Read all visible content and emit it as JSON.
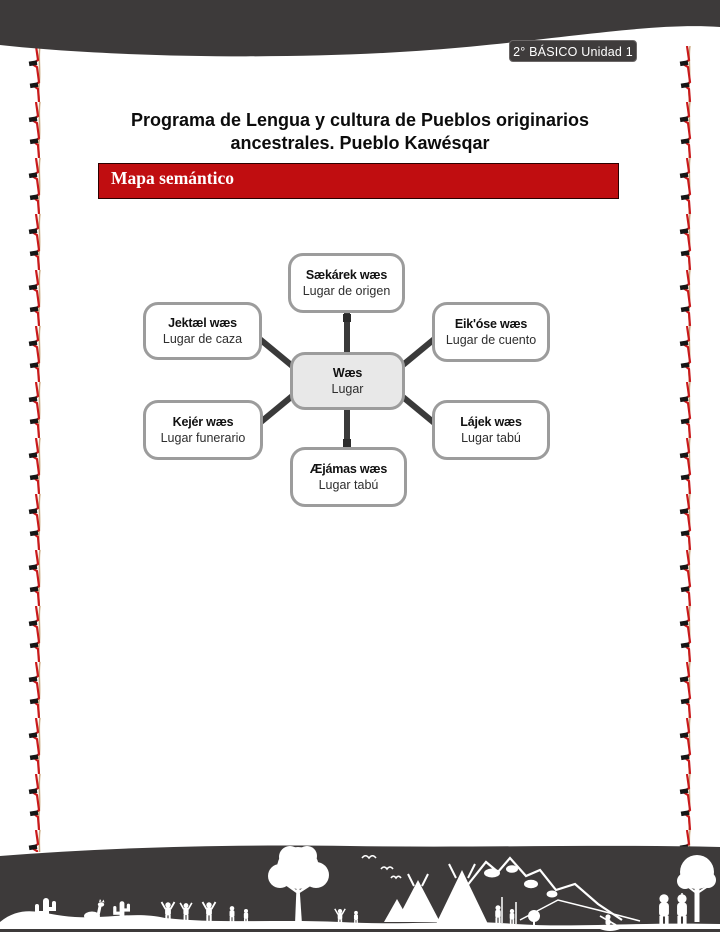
{
  "header": {
    "badge": "2° BÁSICO Unidad 1",
    "title_line1": "Programa de Lengua y cultura de Pueblos originarios",
    "title_line2": "ancestrales. Pueblo Kawésqar",
    "section_title": "Mapa semántico"
  },
  "diagram": {
    "center": {
      "term": "Wæs",
      "meaning": "Lugar"
    },
    "nodes": [
      {
        "position": "top",
        "term": "Sækárek wæs",
        "meaning": "Lugar de origen"
      },
      {
        "position": "upper-left",
        "term": "Jektæl wæs",
        "meaning": "Lugar de caza"
      },
      {
        "position": "upper-right",
        "term": "Eik'óse wæs",
        "meaning": "Lugar de cuento"
      },
      {
        "position": "lower-left",
        "term": "Kejér wæs",
        "meaning": "Lugar funerario"
      },
      {
        "position": "lower-right",
        "term": "Lájek wæs",
        "meaning": "Lugar tabú"
      },
      {
        "position": "bottom",
        "term": "Æjámas wæs",
        "meaning": "Lugar tabú"
      }
    ]
  },
  "decorations": {
    "top_band_icon": "curved-dark-header-band",
    "side_icon": "zigzag-thread-ribbon",
    "footer_icon": "silhouette-landscape-people-tents-mountains-trees"
  },
  "colors": {
    "band_gray": "#3d3a3a",
    "badge_gray": "#3f3c3c",
    "banner_red": "#c00d10",
    "node_border_gray": "#9c9c9c",
    "center_node_fill": "#e8e8e8",
    "connector_gray": "#3a3a3a",
    "ribbon_red": "#c9191b",
    "ribbon_tan": "#c9a87c"
  }
}
